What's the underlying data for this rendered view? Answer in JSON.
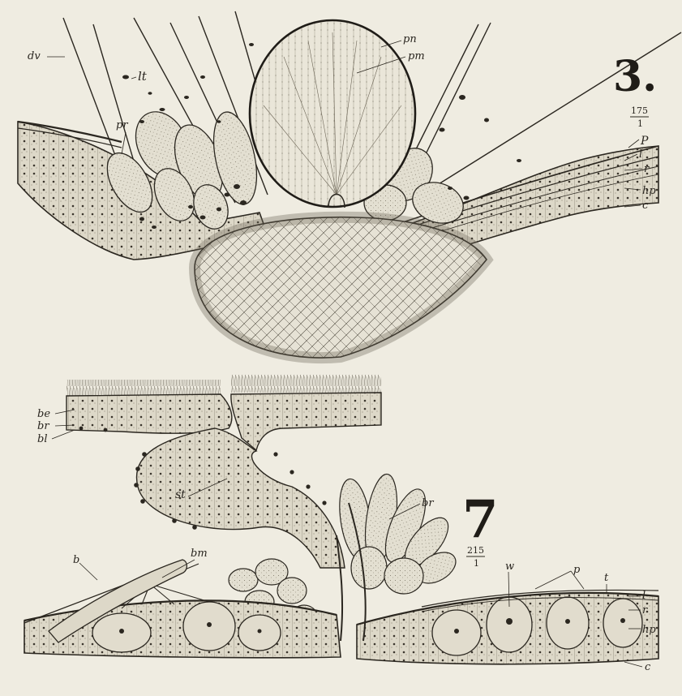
{
  "figure3": {
    "number": "3.",
    "scale_num": "175",
    "scale_den": "1",
    "labels": {
      "dv": "dv",
      "lt": "lt",
      "pn": "pn",
      "pm": "pm",
      "pr": "pr",
      "P": "P",
      "l": "l",
      "r": "r",
      "hp": "hp",
      "c": "c"
    }
  },
  "figure7": {
    "number": "7",
    "scale_num": "215",
    "scale_den": "1",
    "labels": {
      "be": "be",
      "br_left": "br",
      "bl": "bl",
      "st": "st",
      "br_right": "br",
      "b": "b",
      "bm": "bm",
      "w": "w",
      "p": "p",
      "t": "t",
      "l": "l",
      "r": "r",
      "hp": "hp",
      "c": "c"
    }
  },
  "colors": {
    "paper": "#efece1",
    "ink": "#2b2720",
    "tissue": "#d9d4c4"
  }
}
